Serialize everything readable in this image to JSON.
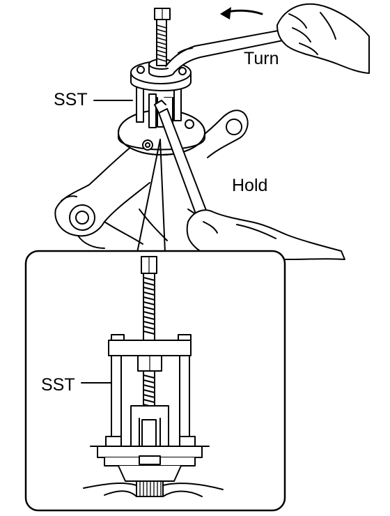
{
  "labels": {
    "turn": "Turn",
    "sst_top": "SST",
    "hold": "Hold",
    "sst_inset": "SST"
  }
}
